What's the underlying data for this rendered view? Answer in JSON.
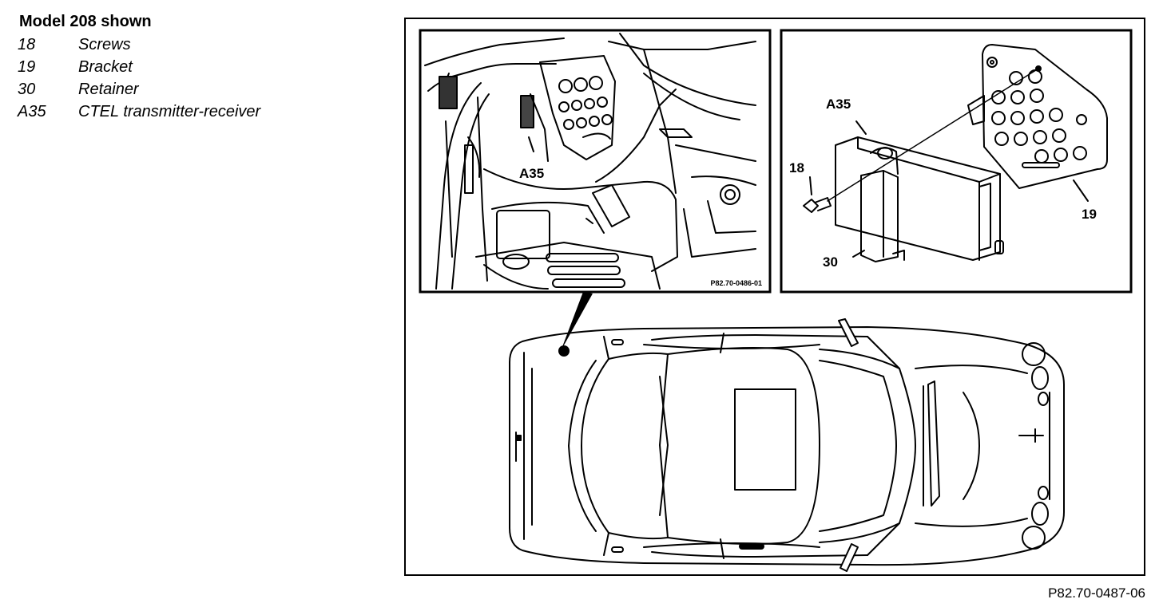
{
  "legend": {
    "title": "Model 208 shown",
    "items": [
      {
        "code": "18",
        "label": "Screws"
      },
      {
        "code": "19",
        "label": "Bracket"
      },
      {
        "code": "30",
        "label": "Retainer"
      },
      {
        "code": "A35",
        "label": "CTEL transmitter-receiver"
      }
    ]
  },
  "figure": {
    "left_callout": "A35",
    "left_photo_code": "P82.70-0486-01",
    "right_callouts": {
      "a35": "A35",
      "screws": "18",
      "bracket": "19",
      "retainer": "30"
    },
    "reference_number": "P82.70-0487-06"
  },
  "colors": {
    "ink": "#000000",
    "paper": "#ffffff"
  }
}
